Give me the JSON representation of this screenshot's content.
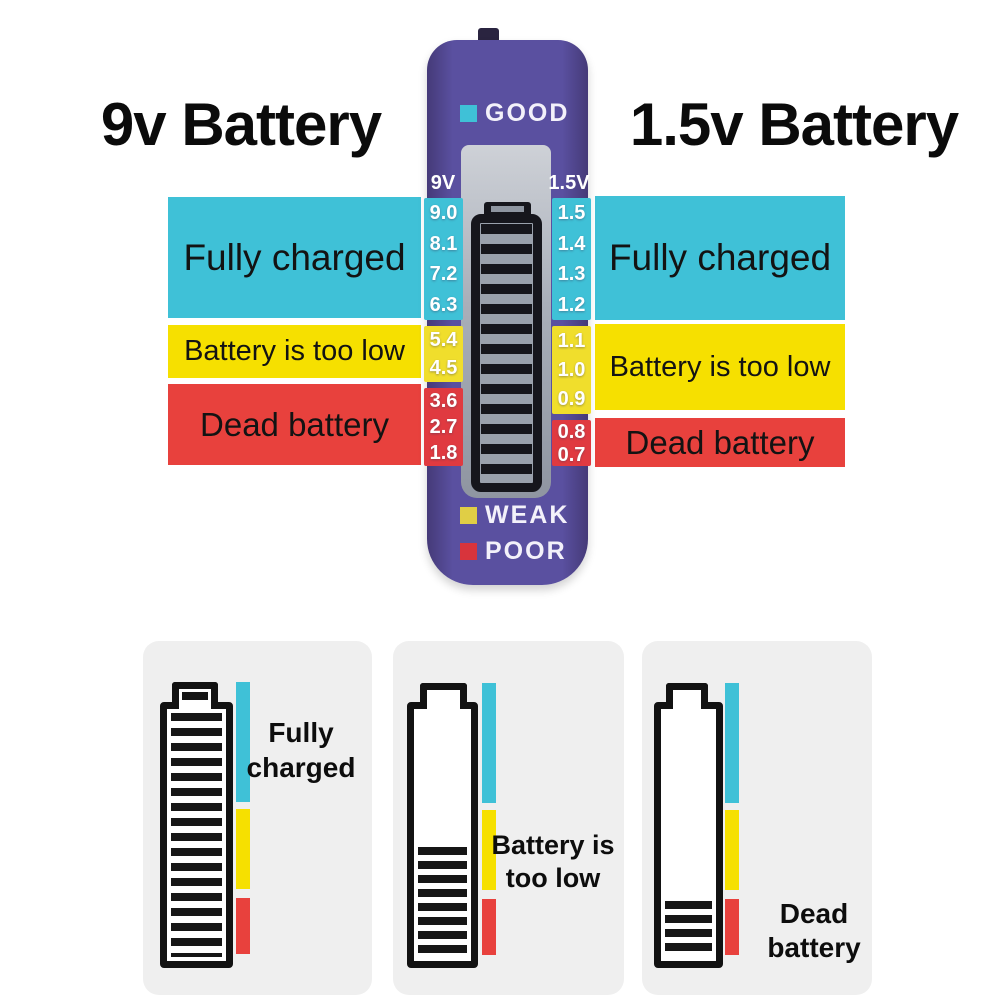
{
  "headings": {
    "left": "9v Battery",
    "right": "1.5v Battery"
  },
  "colors": {
    "good_cyan": "#3FC1D7",
    "weak_yellow": "#F6E000",
    "poor_red": "#E8413D",
    "device_purple": "#564C92",
    "lcd_gray": "#A9AFB9",
    "card_gray": "#EFEFEF"
  },
  "tester": {
    "status": {
      "good": "GOOD",
      "weak": "WEAK",
      "poor": "POOR"
    },
    "scale_9v": {
      "label": "9V",
      "good_values": [
        "9.0",
        "8.1",
        "7.2",
        "6.3"
      ],
      "weak_values": [
        "5.4",
        "4.5"
      ],
      "poor_values": [
        "3.6",
        "2.7",
        "1.8"
      ]
    },
    "scale_1_5v": {
      "label": "1.5V",
      "good_values": [
        "1.5",
        "1.4",
        "1.3",
        "1.2"
      ],
      "weak_values": [
        "1.1",
        "1.0",
        "0.9"
      ],
      "poor_values": [
        "0.8",
        "0.7"
      ]
    }
  },
  "bands": {
    "fully_charged": "Fully charged",
    "too_low": "Battery is too low",
    "dead": "Dead battery"
  },
  "legend": {
    "full": {
      "line1": "Fully",
      "line2": "charged"
    },
    "low": {
      "line1": "Battery is",
      "line2": "too low"
    },
    "dead": {
      "line1": "Dead",
      "line2": "battery"
    }
  }
}
